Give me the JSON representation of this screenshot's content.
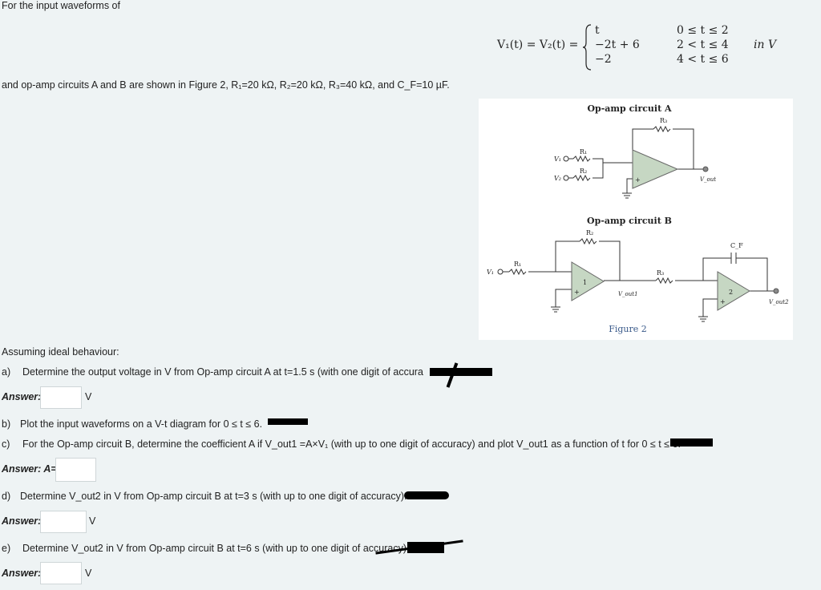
{
  "intro": "For the input waveforms of",
  "equation": {
    "lhs": "V₁(t) = V₂(t) =",
    "cases": [
      "t",
      "−2t + 6",
      "−2"
    ],
    "conditions": [
      "0 ≤ t ≤ 2",
      "2 < t ≤ 4",
      "4 < t ≤ 6"
    ],
    "unit": "in V"
  },
  "circuit_sentence": "and op-amp circuits A and B are shown in Figure 2, R₁=20 kΩ, R₂=20 kΩ, R₃=40 kΩ, and C_F=10 µF.",
  "figure": {
    "title_a": "Op-amp circuit A",
    "title_b": "Op-amp circuit B",
    "caption": "Figure 2",
    "labels": {
      "r1": "R₁",
      "r2": "R₂",
      "r3": "R₃",
      "cf": "C_F",
      "v1": "V₁",
      "v2": "V₂",
      "vout": "V_out",
      "vout1": "V_out1",
      "vout2": "V_out2",
      "amp1": "1",
      "amp2": "2",
      "plus": "+"
    }
  },
  "assuming": "Assuming ideal behaviour:",
  "questions": {
    "a": {
      "label": "a)",
      "text": "Determine the output voltage in V from Op-amp circuit A at t=1.5 s (with one digit of accura"
    },
    "b": {
      "label": "b)",
      "text": "Plot the input waveforms on a V-t diagram for 0 ≤ t ≤ 6."
    },
    "c": {
      "label": "c)",
      "text": "For the Op-amp circuit B, determine the coefficient A if V_out1 =A×V₁ (with up to one digit of accuracy) and plot V_out1 as a function of t for 0 ≤ t ≤ 6."
    },
    "d": {
      "label": "d)",
      "text": "Determine V_out2 in V from Op-amp circuit B at t=3 s (with up to one digit of accuracy)."
    },
    "e": {
      "label": "e)",
      "text": "Determine V_out2 in V from Op-amp circuit B at t=6 s (with up to one digit of accuracy)"
    }
  },
  "answers": {
    "label": "Answer:",
    "label_c": "Answer: A=",
    "unit": "V",
    "a_value": "",
    "c_value": "",
    "d_value": "",
    "e_value": ""
  }
}
